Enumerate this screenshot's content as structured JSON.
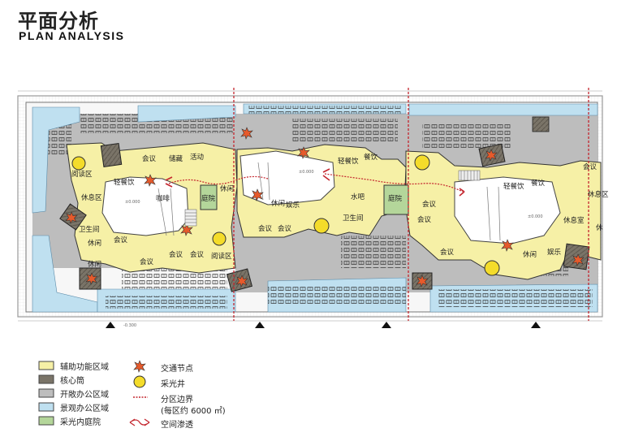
{
  "header": {
    "title_zh": "平面分析",
    "title_en": "PLAN ANALYSIS"
  },
  "plan_labels": {
    "reading_area_left": "阅读区",
    "light_dining_left": "轻餐饮",
    "meeting_1": "会议",
    "storage": "储藏",
    "activity": "活动",
    "rest_left": "休息区",
    "coffee": "咖啡",
    "courtyard_1": "庭院",
    "leisure_1": "休闲",
    "toilet_left": "卫生间",
    "leisure_2": "休闲",
    "leisure_3": "休闲",
    "meeting_2": "会议",
    "meeting_3": "会议",
    "meeting_4": "会议",
    "meeting_5": "会议",
    "reading_area_2": "阅读区",
    "leisure_4": "休闲",
    "entertainment_1": "娱乐",
    "meeting_6": "会议",
    "meeting_7": "会议",
    "light_dining_mid": "轻餐饮",
    "dining_mid": "餐饮",
    "water_bar": "水吧",
    "toilet_mid": "卫生间",
    "courtyard_2": "庭院",
    "meeting_8": "会议",
    "meeting_9": "会议",
    "meeting_10": "会议",
    "leisure_5": "休闲",
    "light_dining_right": "轻餐饮",
    "dining_right": "餐饮",
    "entertainment_2": "娱乐",
    "meeting_11": "会议",
    "rest_right": "休息区",
    "lounge_right": "休息室",
    "leisure_right": "休",
    "elev_1": "±0.000",
    "elev_2": "±0.000",
    "elev_3": "±0.000",
    "elev_4": "-0.300"
  },
  "legend": {
    "auxiliary": "辅助功能区域",
    "core": "核心筒",
    "open_office": "开敞办公区域",
    "view_office": "景观办公区域",
    "courtyard": "采光内庭院",
    "circulation": "交通节点",
    "skylight": "采光井",
    "boundary_line1": "分区边界",
    "boundary_line2": "(每区约 6000 ㎡)",
    "permeation": "空间渗透"
  },
  "colors": {
    "auxiliary": "#f6f0a6",
    "core": "#7a7468",
    "open_office": "#bdbdbd",
    "view_office": "#bfe0f0",
    "courtyard": "#b4d69a",
    "circulation": "#e65a2b",
    "skylight": "#f4dc2a",
    "boundary": "#c4262e"
  }
}
